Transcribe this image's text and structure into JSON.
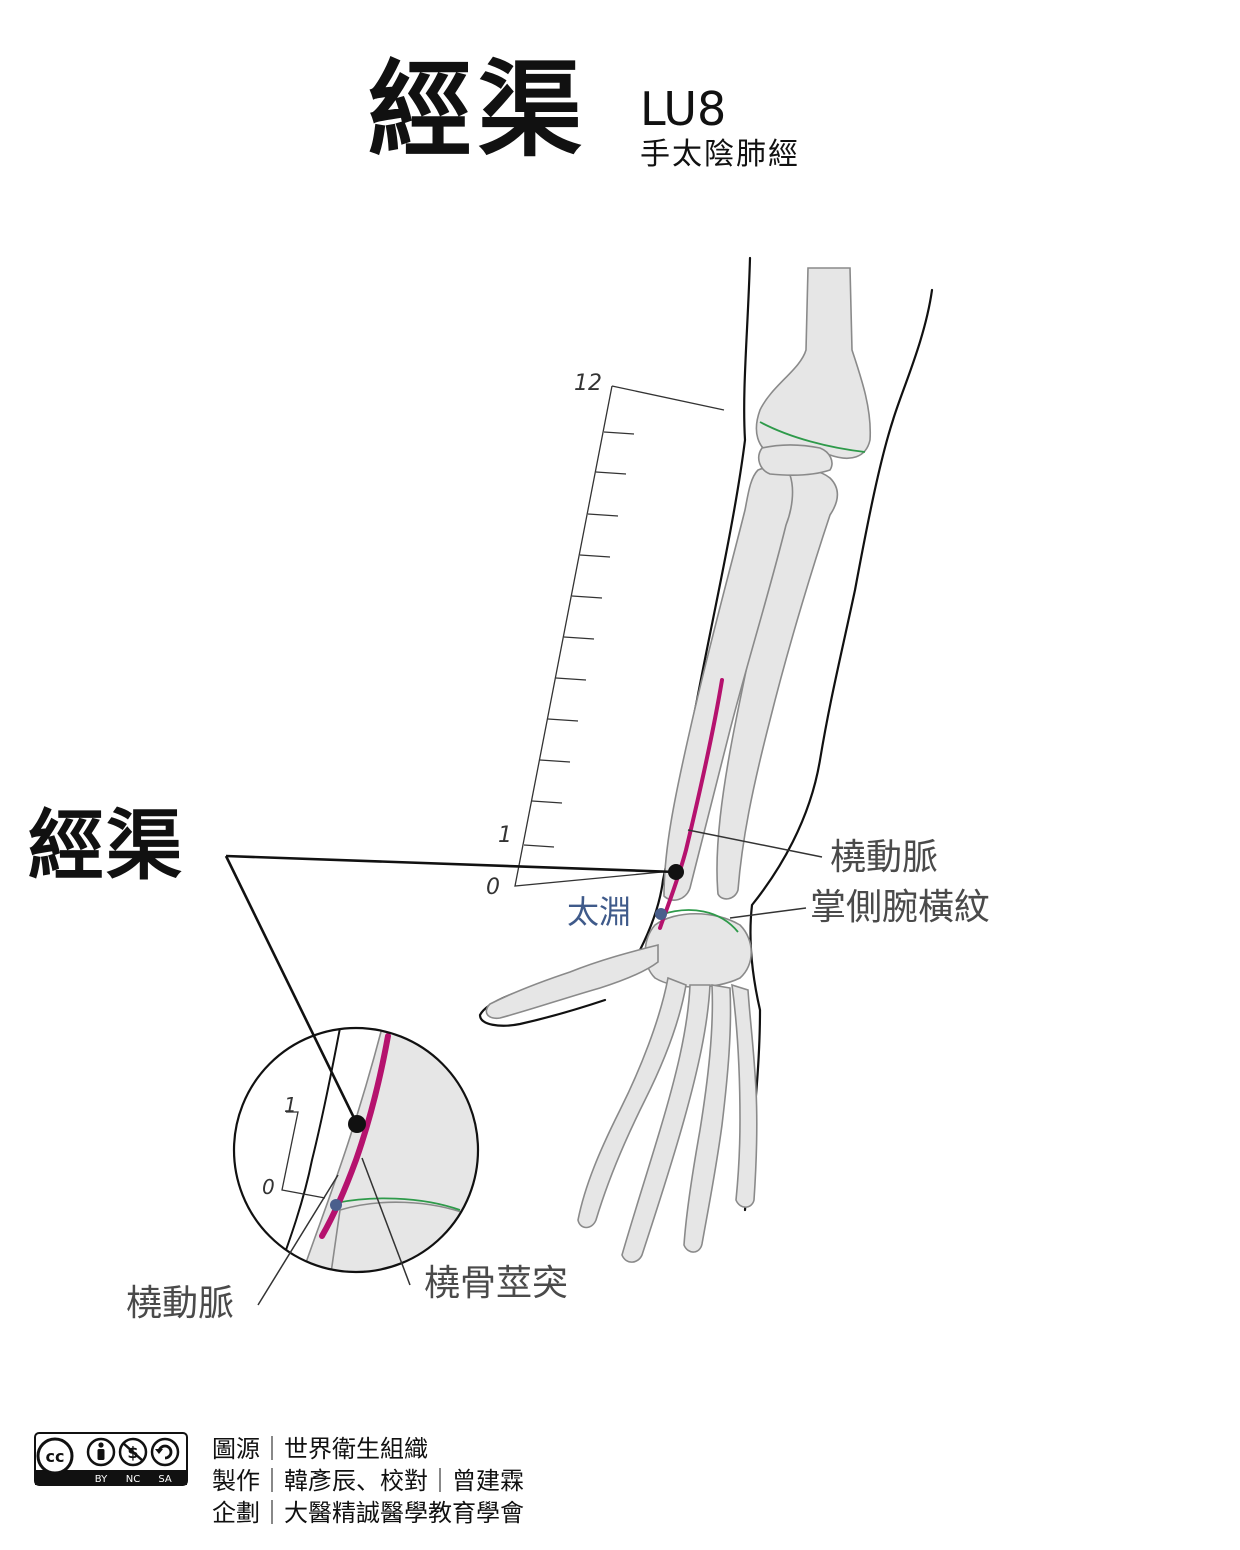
{
  "title": "經渠",
  "point_code": "LU8",
  "meridian": "手太陰肺經",
  "side_title": "經渠",
  "labels": {
    "radial_artery": "橈動脈",
    "palmar_wrist_crease": "掌側腕橫紋",
    "adjacent_point": "太淵",
    "radial_artery_inset": "橈動脈",
    "radial_styloid": "橈骨莖突"
  },
  "scale": {
    "top": "12",
    "one": "1",
    "zero": "0",
    "inset_one": "1",
    "inset_zero": "0"
  },
  "license": {
    "cc": "cc",
    "by": "BY",
    "nc": "NC",
    "sa": "SA"
  },
  "credits": [
    "圖源｜世界衛生組織",
    "製作｜韓彥辰、校對｜曾建霖",
    "企劃｜大醫精誠醫學教育學會"
  ],
  "colors": {
    "meridian_line": "#b5126e",
    "point_dot": "#111111",
    "adjacent_point_dot": "#4a5f8c",
    "crease_line": "#2e9a4a",
    "bone_fill": "#e6e6e6",
    "bone_stroke": "#8a8a8a"
  }
}
